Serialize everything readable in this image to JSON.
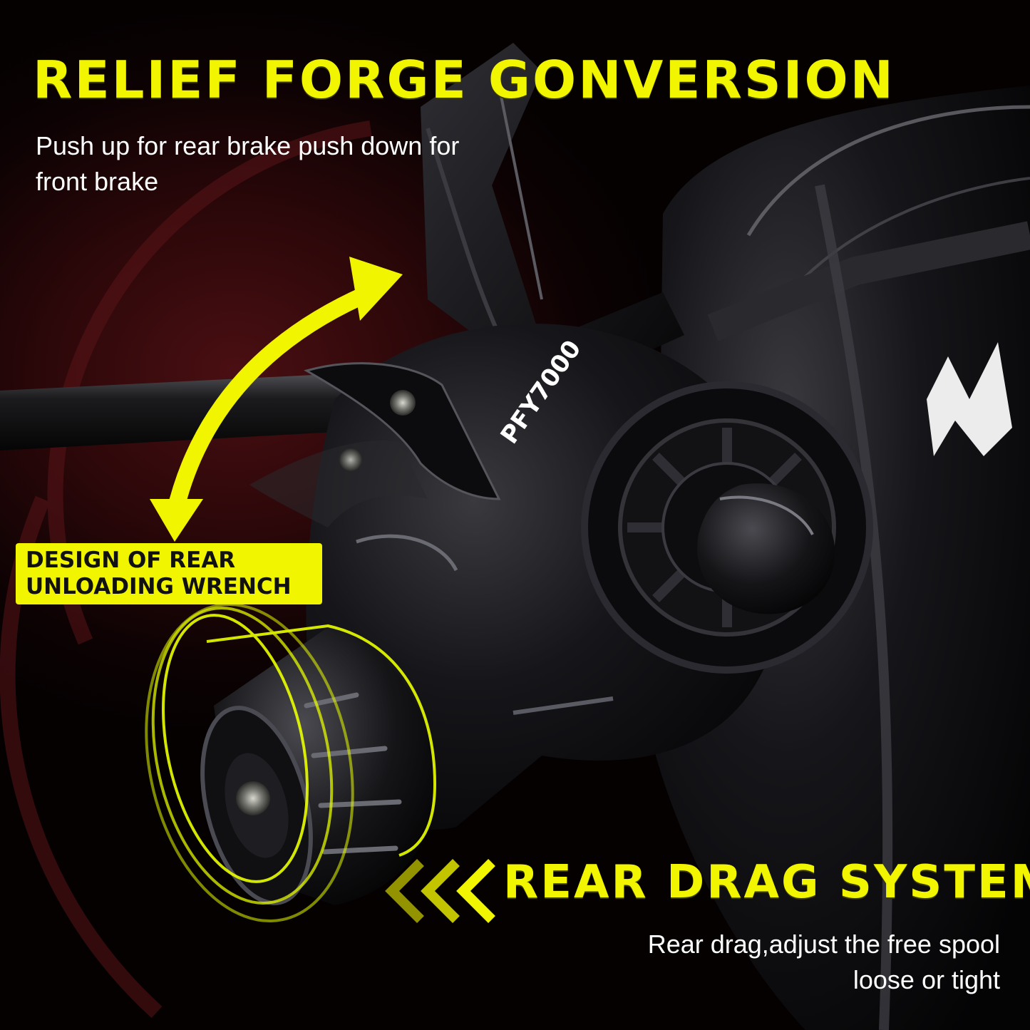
{
  "header": {
    "title": "RELIEF FORGE GONVERSION",
    "subtitle": "Push up for rear brake push down for front brake"
  },
  "badge": {
    "line1": "DESIGN OF REAR",
    "line2": "UNLOADING WRENCH"
  },
  "product": {
    "model_label": "PFY7000"
  },
  "rear_drag": {
    "title": "REAR DRAG SYSTEM",
    "line1": "Rear drag,adjust the free spool",
    "line2": "loose or tight"
  },
  "colors": {
    "accent": "#f2f500",
    "background": "#2a0709",
    "text": "#ffffff"
  },
  "icons": [
    "double-arrow-icon",
    "chevron-left-icon",
    "logo-icon"
  ]
}
